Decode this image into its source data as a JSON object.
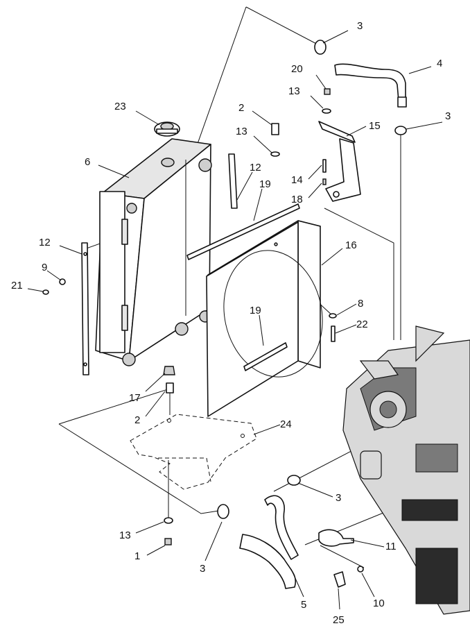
{
  "callouts": [
    {
      "id": "c3_top",
      "label": "3"
    },
    {
      "id": "c4",
      "label": "4"
    },
    {
      "id": "c20",
      "label": "20"
    },
    {
      "id": "c13_top",
      "label": "13"
    },
    {
      "id": "c3_right",
      "label": "3"
    },
    {
      "id": "c2_top",
      "label": "2"
    },
    {
      "id": "c15",
      "label": "15"
    },
    {
      "id": "c23",
      "label": "23"
    },
    {
      "id": "c13_mid",
      "label": "13"
    },
    {
      "id": "c6",
      "label": "6"
    },
    {
      "id": "c12_right",
      "label": "12"
    },
    {
      "id": "c14",
      "label": "14"
    },
    {
      "id": "c19_top",
      "label": "19"
    },
    {
      "id": "c18",
      "label": "18"
    },
    {
      "id": "c12_left",
      "label": "12"
    },
    {
      "id": "c9",
      "label": "9"
    },
    {
      "id": "c16",
      "label": "16"
    },
    {
      "id": "c21",
      "label": "21"
    },
    {
      "id": "c8",
      "label": "8"
    },
    {
      "id": "c19_mid",
      "label": "19"
    },
    {
      "id": "c22",
      "label": "22"
    },
    {
      "id": "c17",
      "label": "17"
    },
    {
      "id": "c2_bottom",
      "label": "2"
    },
    {
      "id": "c24",
      "label": "24"
    },
    {
      "id": "c3_mid",
      "label": "3"
    },
    {
      "id": "c13_bottom",
      "label": "13"
    },
    {
      "id": "c11",
      "label": "11"
    },
    {
      "id": "c1",
      "label": "1"
    },
    {
      "id": "c3_bottom",
      "label": "3"
    },
    {
      "id": "c10",
      "label": "10"
    },
    {
      "id": "c5",
      "label": "5"
    },
    {
      "id": "c25",
      "label": "25"
    }
  ]
}
